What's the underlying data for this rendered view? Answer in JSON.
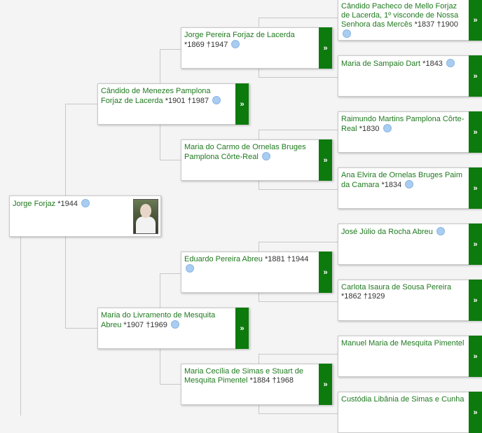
{
  "colors": {
    "accent": "#0d7a0d",
    "name_text": "#1f7a1f",
    "info_dot": "#a9cdf0"
  },
  "expand_label": "»",
  "root": {
    "name": "Jorge Forjaz",
    "dates": "*1944"
  },
  "p1": {
    "name": "Cândido de Menezes Pamplona Forjaz de Lacerda",
    "dates": "*1901 †1987"
  },
  "p2": {
    "name": "Maria do Livramento de Mesquita Abreu",
    "dates": "*1907 †1969"
  },
  "g1": {
    "name": "Jorge Pereira Forjaz de Lacerda",
    "dates": "*1869 †1947"
  },
  "g2": {
    "name": "Maria do Carmo de Ornelas Bruges Pamplona Côrte-Real",
    "dates": ""
  },
  "g3": {
    "name": "Eduardo Pereira Abreu",
    "dates": "*1881 †1944"
  },
  "g4": {
    "name": "Maria Cecília de Simas e Stuart de Mesquita Pimentel",
    "dates": "*1884 †1968"
  },
  "gg1": {
    "name": "Cândido Pacheco de Mello Forjaz de Lacerda, 1º visconde de Nossa Senhora das Mercês",
    "dates": "*1837 †1900"
  },
  "gg2": {
    "name": "Maria de Sampaio Dart",
    "dates": "*1843"
  },
  "gg3": {
    "name": "Raimundo Martins Pamplona Côrte-Real",
    "dates": "*1830"
  },
  "gg4": {
    "name": "Ana Elvira de Ornelas Bruges Paim da Camara",
    "dates": "*1834"
  },
  "gg5": {
    "name": "José Júlio da Rocha Abreu",
    "dates": ""
  },
  "gg6": {
    "name": "Carlota Isaura de Sousa Pereira",
    "dates": "*1862 †1929"
  },
  "gg7": {
    "name": "Manuel Maria de Mesquita Pimentel",
    "dates": ""
  },
  "gg8": {
    "name": "Custódia Libânia de Simas e Cunha",
    "dates": ""
  }
}
